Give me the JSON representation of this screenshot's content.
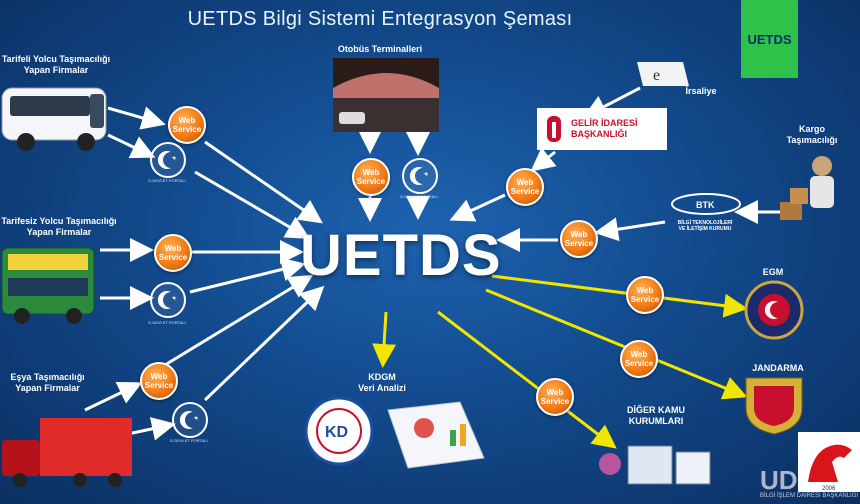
{
  "title": "UETDS Bilgi Sistemi Entegrasyon Şeması",
  "center_label": "UETDS",
  "brand_box": "UETDS",
  "web_service": [
    "Web",
    "Service"
  ],
  "edevlet_caption": "E-DEVLET PORTALI",
  "sources": {
    "scheduled": "Tarifeli Yolcu Taşımacılığı\nYapan Firmalar",
    "unscheduled": "Tarifesiz Yolcu Taşımacılığı\nYapan Firmalar",
    "freight": "Eşya Taşımacılığı\nYapan Firmalar",
    "terminals": "Otobüs Terminalleri",
    "cargo": "Kargo\nTaşımacılığı",
    "irsaliye": "İrsaliye",
    "gib": "GELİR İDARESİ\nBAŞKANLIĞI",
    "btk_short": "BTK",
    "btk": "BİLGİ TEKNOLOJİLERİ\nVE İLETİŞİM KURUMU"
  },
  "targets": {
    "egm": "EGM",
    "jandarma": "JANDARMA",
    "other": "DİĞER KAMU\nKURUMLARI",
    "kdgm": "KDGM\nVeri Analizi",
    "kd_logo": "KD"
  },
  "footer": {
    "udh": "UDH",
    "dept": "BİLGİ İŞLEM DAİRESİ BAŞKANLIĞI",
    "logo_year": "2006"
  },
  "colors": {
    "background": "#124a8c",
    "white_arrow": "#ffffff",
    "yellow_arrow": "#f2e600",
    "web_service": "#f07a14",
    "brand_green": "#2ec24a"
  }
}
